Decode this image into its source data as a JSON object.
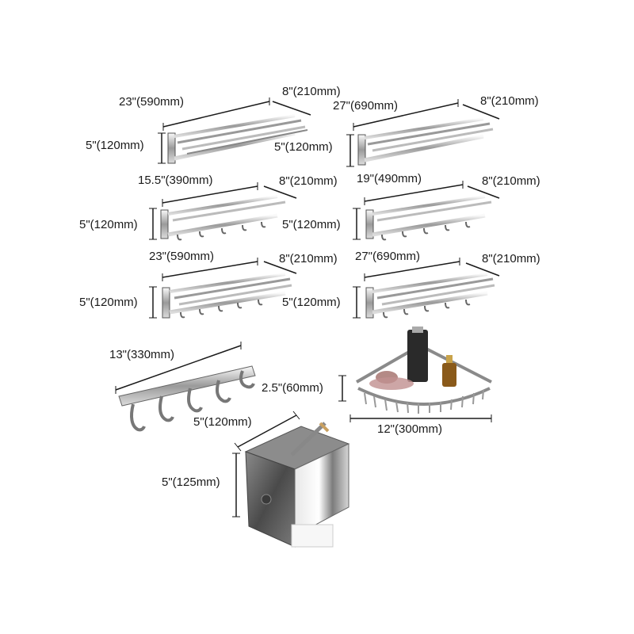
{
  "racks": [
    {
      "length": "23\"(590mm)",
      "depth": "8\"(210mm)",
      "height": "5\"(120mm)"
    },
    {
      "length": "27\"(690mm)",
      "depth": "8\"(210mm)",
      "height": "5\"(120mm)"
    },
    {
      "length": "15.5\"(390mm)",
      "depth": "8\"(210mm)",
      "height": "5\"(120mm)"
    },
    {
      "length": "19\"(490mm)",
      "depth": "8\"(210mm)",
      "height": "5\"(120mm)"
    },
    {
      "length": "23\"(590mm)",
      "depth": "8\"(210mm)",
      "height": "5\"(120mm)"
    },
    {
      "length": "27\"(690mm)",
      "depth": "8\"(210mm)",
      "height": "5\"(120mm)"
    }
  ],
  "hook_rail": {
    "length": "13\"(330mm)"
  },
  "corner_basket": {
    "height": "2.5\"(60mm)",
    "width": "12\"(300mm)"
  },
  "paper_holder": {
    "depth": "5\"(120mm)",
    "height": "5\"(125mm)"
  },
  "colors": {
    "chrome_light": "#f2f2f2",
    "chrome_dark": "#555555",
    "dimension_line": "#1a1a1a",
    "brushed_steel": "#6e6e6e"
  }
}
